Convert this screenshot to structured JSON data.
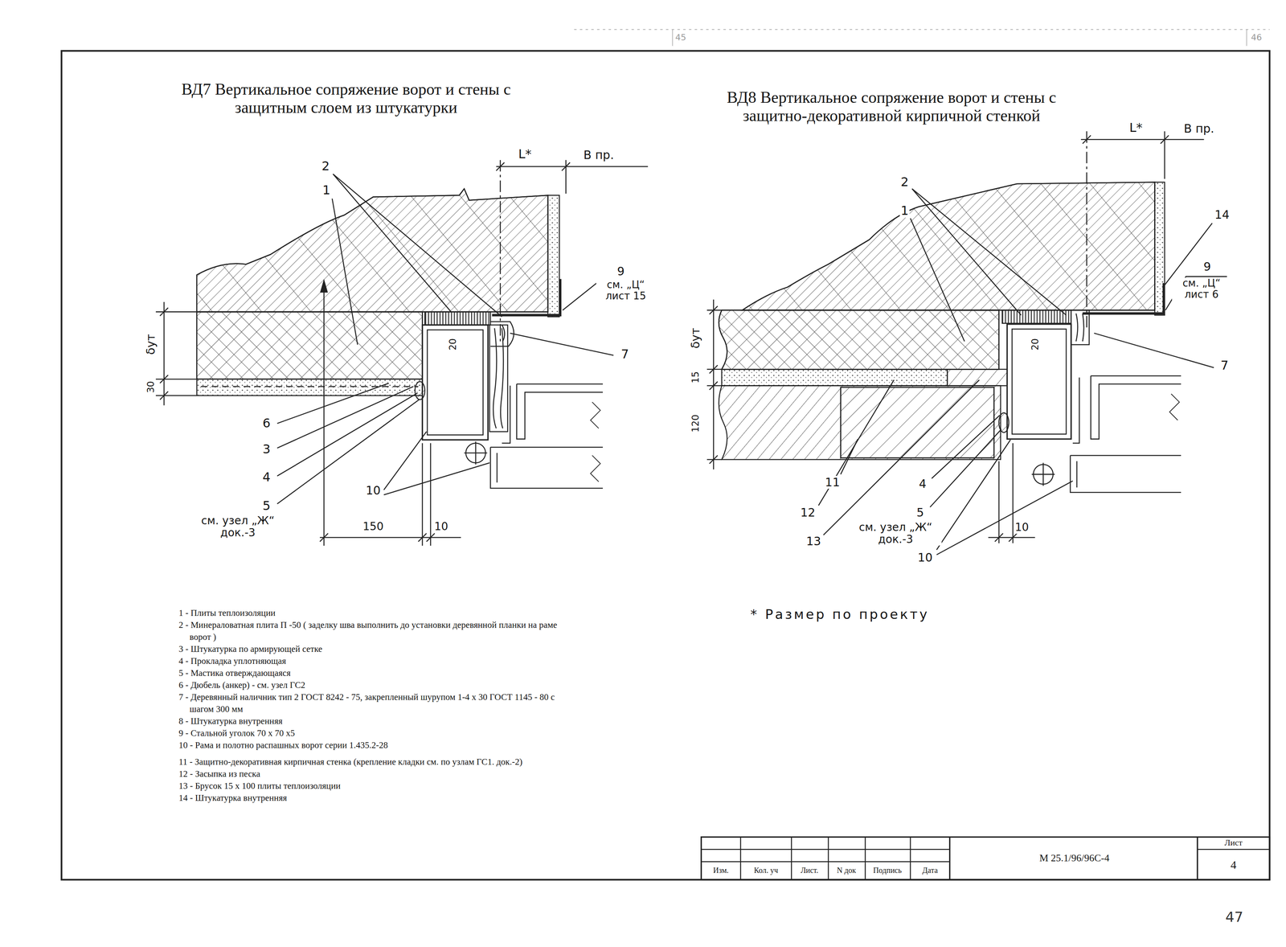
{
  "diagram": {
    "labels": [
      "45",
      "46",
      "ВД7 Вертикальное сопряжение ворот и стены с защитным слоем из штукатурки",
      "ВД8 Вертикальное сопряжение ворот и стены с защитно-декоративной кирпичной стенкой",
      "L*",
      "В пр.",
      "2",
      "1",
      "9",
      "см. „Ц“ лист 15",
      "δут",
      "30",
      "20",
      "7",
      "6",
      "3",
      "4",
      "5",
      "см. узел „Ж“ док.-3",
      "10",
      "150",
      "10",
      "L*",
      "В пр.",
      "2",
      "1",
      "14",
      "9",
      "см. „Ц“ лист 6",
      "δут",
      "20",
      "7",
      "15",
      "120",
      "11",
      "4",
      "12",
      "5",
      "см. узел „Ж“ док.-3",
      "13",
      "10",
      "10",
      "1 - Плиты теплоизоляции",
      "2 - Минераловатная плита П -50 ( заделку шва выполнить до установки деревянной планки на раме ворот )",
      "3 - Штукатурка по армирующей сетке",
      "4 - Прокладка уплотняющая",
      "5 - Мастика отверждающаяся",
      "6 - Дюбель (анкер) - см. узел ГС2",
      "7 - Деревянный наличник тип 2 ГОСТ 8242 - 75, закрепленный шурупом 1-4 х 30 ГОСТ 1145 - 80 с шагом 300 мм",
      "8 - Штукатурка внутренняя",
      "9 - Стальной уголок 70 х 70 х5",
      "10 - Рама и полотно распашных ворот серии 1.435.2-28",
      "11 - Защитно-декоративная кирпичная стенка (крепление кладки см. по узлам ГС1. док.-2)",
      "12 - Засыпка из песка",
      "13 - Брусок 15 х 100 плиты теплоизоляции",
      "14 - Штукатурка внутренняя",
      "* Размер по проекту",
      "Изм.",
      "Кол. уч",
      "Лист.",
      "N док",
      "Подпись",
      "Дата",
      "М 25.1/96/96С-4",
      "Лист",
      "4",
      "47"
    ]
  }
}
